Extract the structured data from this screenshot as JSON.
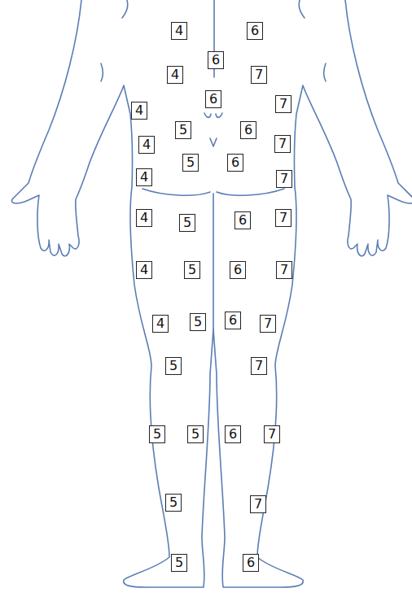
{
  "diagram": {
    "nodes": [
      {
        "text": [
          "4"
        ]
      },
      {
        "text": [
          "6"
        ]
      },
      {
        "text": [
          "6"
        ]
      },
      {
        "text": [
          "4"
        ]
      },
      {
        "text": [
          "7"
        ]
      },
      {
        "text": [
          "6"
        ]
      },
      {
        "text": [
          "4"
        ]
      },
      {
        "text": [
          "7"
        ]
      },
      {
        "text": [
          "5"
        ]
      },
      {
        "text": [
          "6"
        ]
      },
      {
        "text": [
          "4"
        ]
      },
      {
        "text": [
          "7"
        ]
      },
      {
        "text": [
          "5"
        ]
      },
      {
        "text": [
          "6"
        ]
      },
      {
        "text": [
          "4"
        ]
      },
      {
        "text": [
          "7"
        ]
      },
      {
        "text": [
          "4"
        ]
      },
      {
        "text": [
          "5"
        ]
      },
      {
        "text": [
          "6"
        ]
      },
      {
        "text": [
          "7"
        ]
      },
      {
        "text": [
          "4"
        ]
      },
      {
        "text": [
          "5"
        ]
      },
      {
        "text": [
          "6"
        ]
      },
      {
        "text": [
          "7"
        ]
      },
      {
        "text": [
          "4"
        ]
      },
      {
        "text": [
          "5"
        ]
      },
      {
        "text": [
          "6"
        ]
      },
      {
        "text": [
          "7"
        ]
      },
      {
        "text": [
          "5"
        ]
      },
      {
        "text": [
          "7"
        ]
      },
      {
        "text": [
          "5"
        ]
      },
      {
        "text": [
          "5"
        ]
      },
      {
        "text": [
          "6"
        ]
      },
      {
        "text": [
          "7"
        ]
      },
      {
        "text": [
          "5"
        ]
      },
      {
        "text": [
          "7"
        ]
      },
      {
        "text": [
          "5"
        ]
      },
      {
        "text": [
          "6"
        ]
      }
    ]
  }
}
